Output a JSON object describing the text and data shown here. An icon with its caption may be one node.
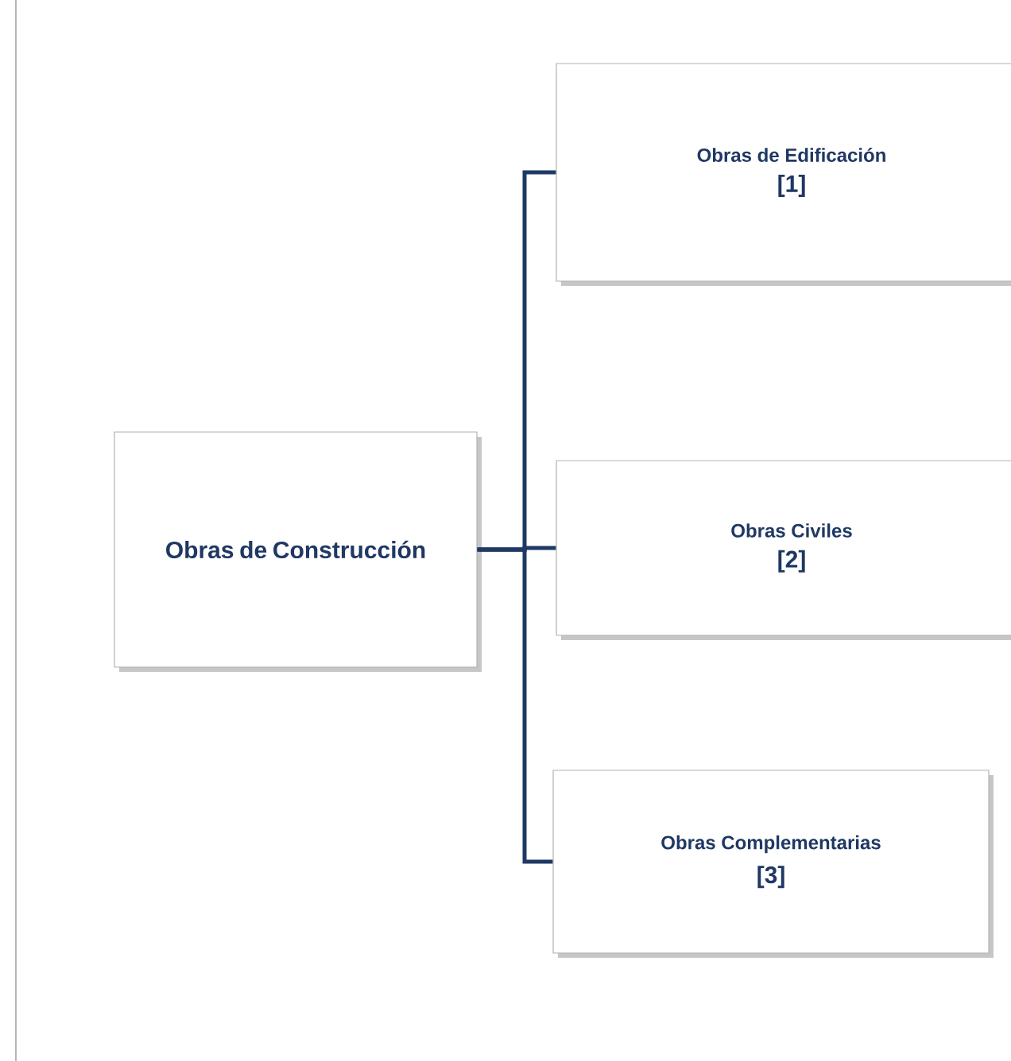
{
  "diagram": {
    "nodes": [
      {
        "text": [
          "Obras de Construcción"
        ]
      },
      {
        "text": [
          "Obras de Edificación",
          "[1]"
        ]
      },
      {
        "text": [
          "Obras Civiles",
          "[2]"
        ]
      },
      {
        "text": [
          "Obras Complementarias",
          "[3]"
        ]
      }
    ],
    "edges": [
      {
        "from": 0,
        "to": 1,
        "arrow": "none"
      },
      {
        "from": 0,
        "to": 2,
        "arrow": "none"
      },
      {
        "from": 0,
        "to": 3,
        "arrow": "none"
      }
    ]
  }
}
